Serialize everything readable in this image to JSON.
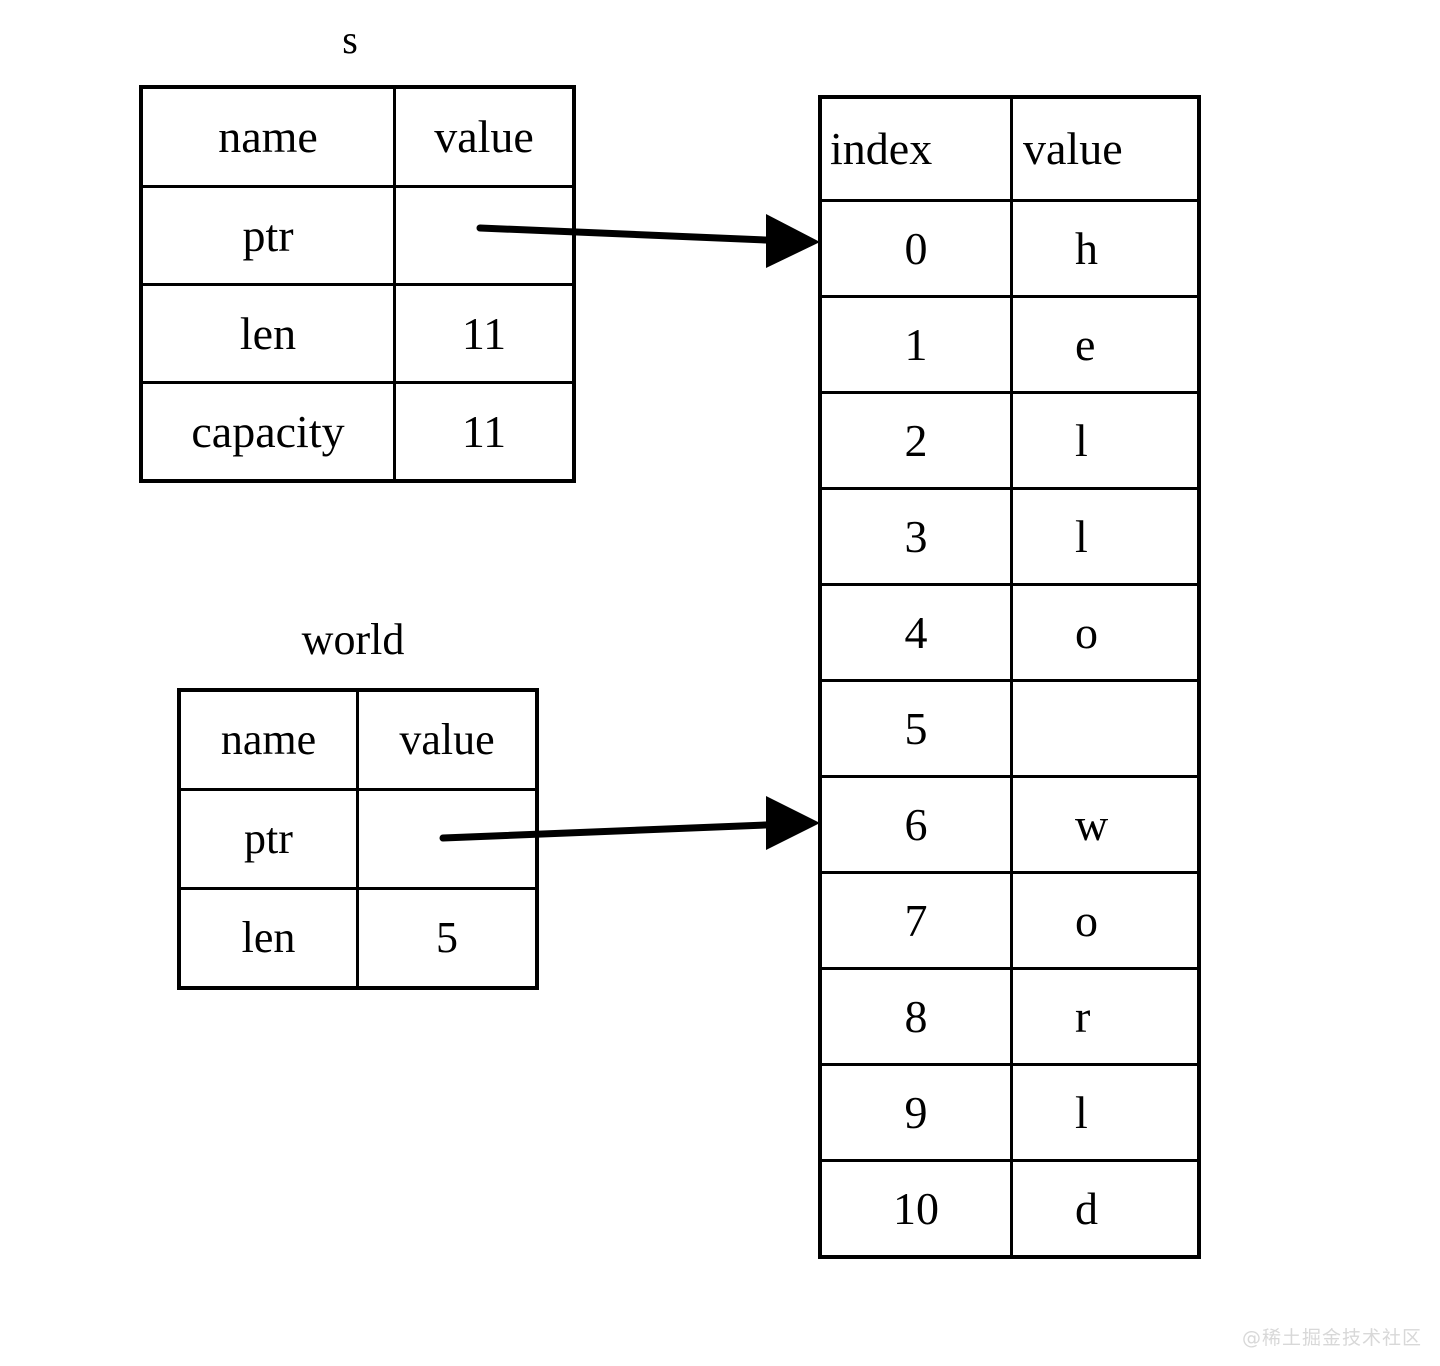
{
  "diagram": {
    "kind": "memory-layout-diagram",
    "watermark": "@稀土掘金技术社区",
    "colors": {
      "stroke": "#000000",
      "background": "#ffffff",
      "watermark": "#d8d8d8"
    }
  },
  "string_struct": {
    "label": "s",
    "headers": {
      "name": "name",
      "value": "value"
    },
    "rows": [
      {
        "name": "ptr",
        "value": ""
      },
      {
        "name": "len",
        "value": "11"
      },
      {
        "name": "capacity",
        "value": "11"
      }
    ]
  },
  "slice_struct": {
    "label": "world",
    "headers": {
      "name": "name",
      "value": "value"
    },
    "rows": [
      {
        "name": "ptr",
        "value": ""
      },
      {
        "name": "len",
        "value": "5"
      }
    ]
  },
  "byte_array": {
    "headers": {
      "index": "index",
      "value": "value"
    },
    "rows": [
      {
        "index": "0",
        "value": "h"
      },
      {
        "index": "1",
        "value": "e"
      },
      {
        "index": "2",
        "value": "l"
      },
      {
        "index": "3",
        "value": "l"
      },
      {
        "index": "4",
        "value": "o"
      },
      {
        "index": "5",
        "value": ""
      },
      {
        "index": "6",
        "value": "w"
      },
      {
        "index": "7",
        "value": "o"
      },
      {
        "index": "8",
        "value": "r"
      },
      {
        "index": "9",
        "value": "l"
      },
      {
        "index": "10",
        "value": "d"
      }
    ]
  },
  "arrows": [
    {
      "name": "s-ptr-to-index-0",
      "from_label": "ptr",
      "to_index": "0"
    },
    {
      "name": "world-ptr-to-index-6",
      "from_label": "ptr",
      "to_index": "6"
    }
  ]
}
